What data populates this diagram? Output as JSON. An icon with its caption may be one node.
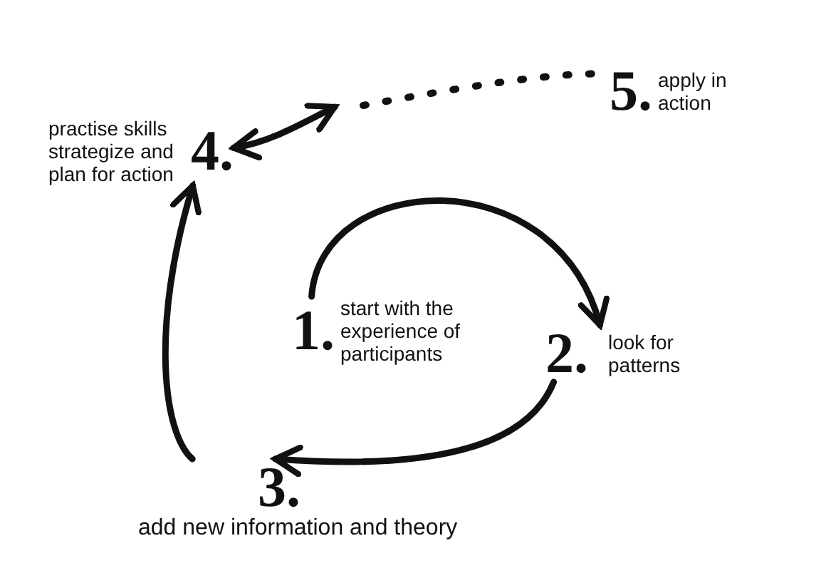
{
  "diagram": {
    "nodes": [
      {
        "text": [
          "1.",
          "start with the experience of participants"
        ]
      },
      {
        "text": [
          "2.",
          "look for patterns"
        ]
      },
      {
        "text": [
          "3.",
          "add new information and theory"
        ]
      },
      {
        "text": [
          "practise skills strategize and plan for action",
          "4."
        ]
      },
      {
        "text": [
          "5.",
          "apply in action"
        ]
      }
    ],
    "edges": [
      {
        "from": 0,
        "to": 1,
        "arrow": "to"
      },
      {
        "from": 1,
        "to": 2,
        "arrow": "to"
      },
      {
        "from": 2,
        "to": 3,
        "arrow": "to"
      },
      {
        "from": 3,
        "to": null,
        "arrow": "both"
      },
      {
        "from": null,
        "to": 4,
        "arrow": "none",
        "style": "dashed"
      }
    ]
  }
}
